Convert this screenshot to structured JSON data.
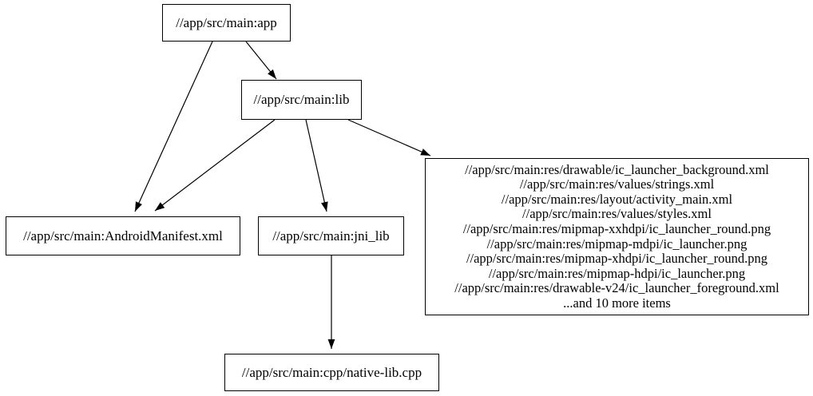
{
  "diagram": {
    "type": "dependency-graph",
    "background_color": "#ffffff",
    "edge_color": "#000000",
    "node_border_color": "#000000",
    "nodes": {
      "app": {
        "label": "//app/src/main:app"
      },
      "lib": {
        "label": "//app/src/main:lib"
      },
      "manifest": {
        "label": "//app/src/main:AndroidManifest.xml"
      },
      "jni_lib": {
        "label": "//app/src/main:jni_lib"
      },
      "res_group": {
        "lines": [
          "//app/src/main:res/drawable/ic_launcher_background.xml",
          "//app/src/main:res/values/strings.xml",
          "//app/src/main:res/layout/activity_main.xml",
          "//app/src/main:res/values/styles.xml",
          "//app/src/main:res/mipmap-xxhdpi/ic_launcher_round.png",
          "//app/src/main:res/mipmap-mdpi/ic_launcher.png",
          "//app/src/main:res/mipmap-xhdpi/ic_launcher_round.png",
          "//app/src/main:res/mipmap-hdpi/ic_launcher.png",
          "//app/src/main:res/drawable-v24/ic_launcher_foreground.xml",
          "...and 10 more items"
        ]
      },
      "native_lib": {
        "label": "//app/src/main:cpp/native-lib.cpp"
      }
    },
    "edges": [
      {
        "from": "app",
        "to": "lib"
      },
      {
        "from": "app",
        "to": "manifest"
      },
      {
        "from": "lib",
        "to": "manifest"
      },
      {
        "from": "lib",
        "to": "jni_lib"
      },
      {
        "from": "lib",
        "to": "res_group"
      },
      {
        "from": "jni_lib",
        "to": "native_lib"
      }
    ]
  }
}
